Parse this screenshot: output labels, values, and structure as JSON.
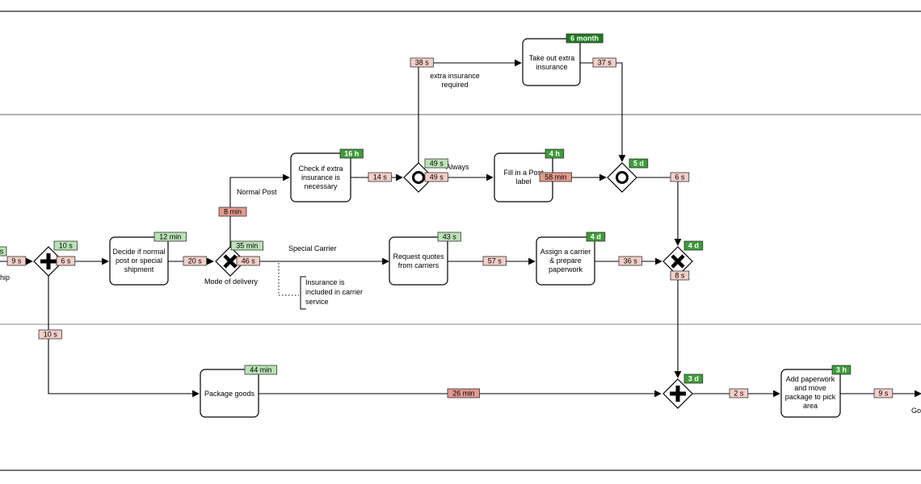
{
  "colors": {
    "stroke": "#000000",
    "lane_line": "#555555",
    "badge_light_green": "#b9e3b5",
    "badge_green": "#3f9c3a",
    "badge_dark_green": "#1f7a1f",
    "badge_light_red": "#f4cfc8",
    "badge_red": "#e39a8f"
  },
  "tasks": {
    "take_out_extra_insurance": {
      "lines": [
        "Take out extra",
        "insurance"
      ],
      "badge": "6 month"
    },
    "check_extra_insurance": {
      "lines": [
        "Check if extra",
        "insurance is",
        "necessary"
      ],
      "badge": "16 h"
    },
    "fill_in_post_label": {
      "lines": [
        "Fill in a Post",
        "label"
      ],
      "badge": "4 h"
    },
    "decide_normal_or_special": {
      "lines": [
        "Decide if normal",
        "post or special",
        "shipment"
      ],
      "badge": "12 min"
    },
    "request_quotes": {
      "lines": [
        "Request quotes",
        "from carriers"
      ],
      "badge": "43 s"
    },
    "assign_carrier": {
      "lines": [
        "Assign a carrier",
        "& prepare",
        "paperwork"
      ],
      "badge": "4 d"
    },
    "package_goods": {
      "lines": [
        "Package goods"
      ],
      "badge": "44 min"
    },
    "add_paperwork": {
      "lines": [
        "Add paperwork",
        "and move",
        "package to pick",
        "area"
      ],
      "badge": "3 h"
    }
  },
  "gateways": {
    "parallel_split": {
      "badge": "10 s"
    },
    "mode_of_delivery": {
      "label": "Mode of delivery",
      "badge": "35 min"
    },
    "inclusive_split": {
      "badge": "49 s"
    },
    "inclusive_join": {
      "badge": "5 d"
    },
    "exclusive_join": {
      "badge": "4 d"
    },
    "parallel_join": {
      "badge": "3 d"
    }
  },
  "flow_labels": {
    "extra_insurance_required": [
      "extra insurance",
      "required"
    ],
    "always": "Always",
    "normal_post": "Normal Post",
    "special_carrier": "Special Carrier",
    "ship_fragment": "hip",
    "goods_fragment": "Go"
  },
  "annotation": {
    "lines": [
      "Insurance is",
      "included in carrier",
      "service"
    ]
  },
  "edge_badges": {
    "e_38s": "38 s",
    "e_37s": "37 s",
    "e_49s_out": "49 s",
    "e_14s": "14 s",
    "e_58min": "58 min",
    "e_6s_right": "6 s",
    "e_8min": "8 min",
    "e_s_left": "s",
    "e_9s_left": "9 s",
    "e_6s_split": "6 s",
    "e_20s": "20 s",
    "e_46s": "46 s",
    "e_57s": "57 s",
    "e_36s": "36 s",
    "e_8s": "8 s",
    "e_10s_down": "10 s",
    "e_26min": "26 min",
    "e_2s": "2 s",
    "e_9s_end": "9 s"
  }
}
